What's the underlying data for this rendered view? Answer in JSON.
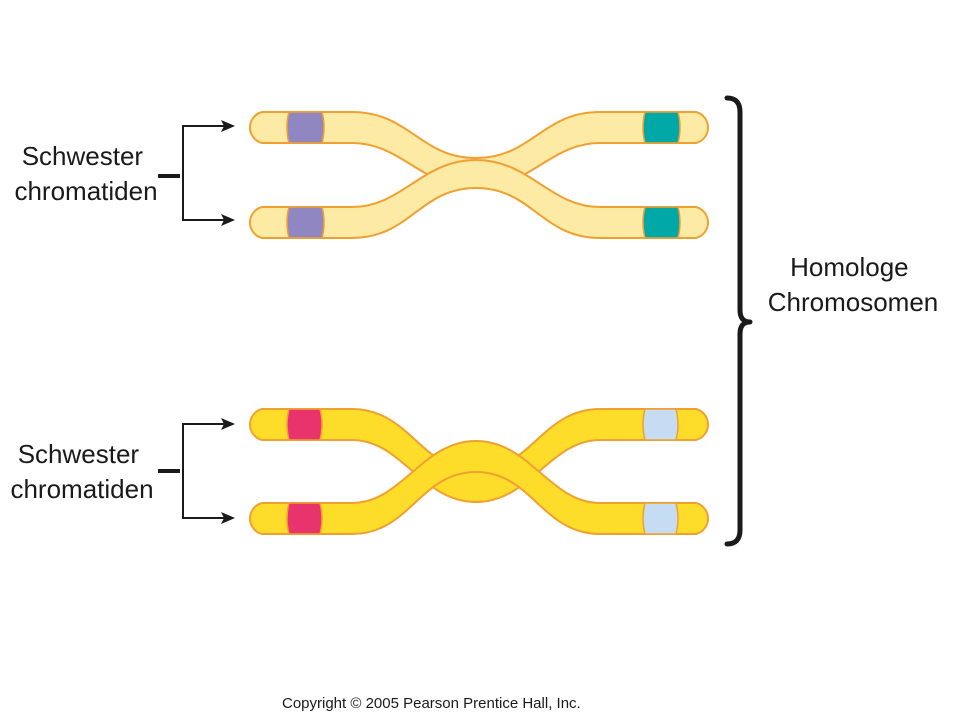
{
  "labels": {
    "sister_top": [
      "Schwester",
      "chromatiden"
    ],
    "sister_bottom": [
      "Schwester",
      "chromatiden"
    ],
    "homologous": [
      "Homologe",
      "Chromosomen"
    ]
  },
  "copyright": "Copyright © 2005 Pearson Prentice Hall, Inc.",
  "colors": {
    "chromosome_light": "#fdeaa5",
    "chromosome_dark": "#fddd2a",
    "outline": "#f0a030",
    "band_purple": "#8f86c2",
    "band_teal": "#00a8a8",
    "band_red": "#e8336c",
    "band_lightblue": "#c5dcf2",
    "arrow": "#1a1a1a"
  }
}
